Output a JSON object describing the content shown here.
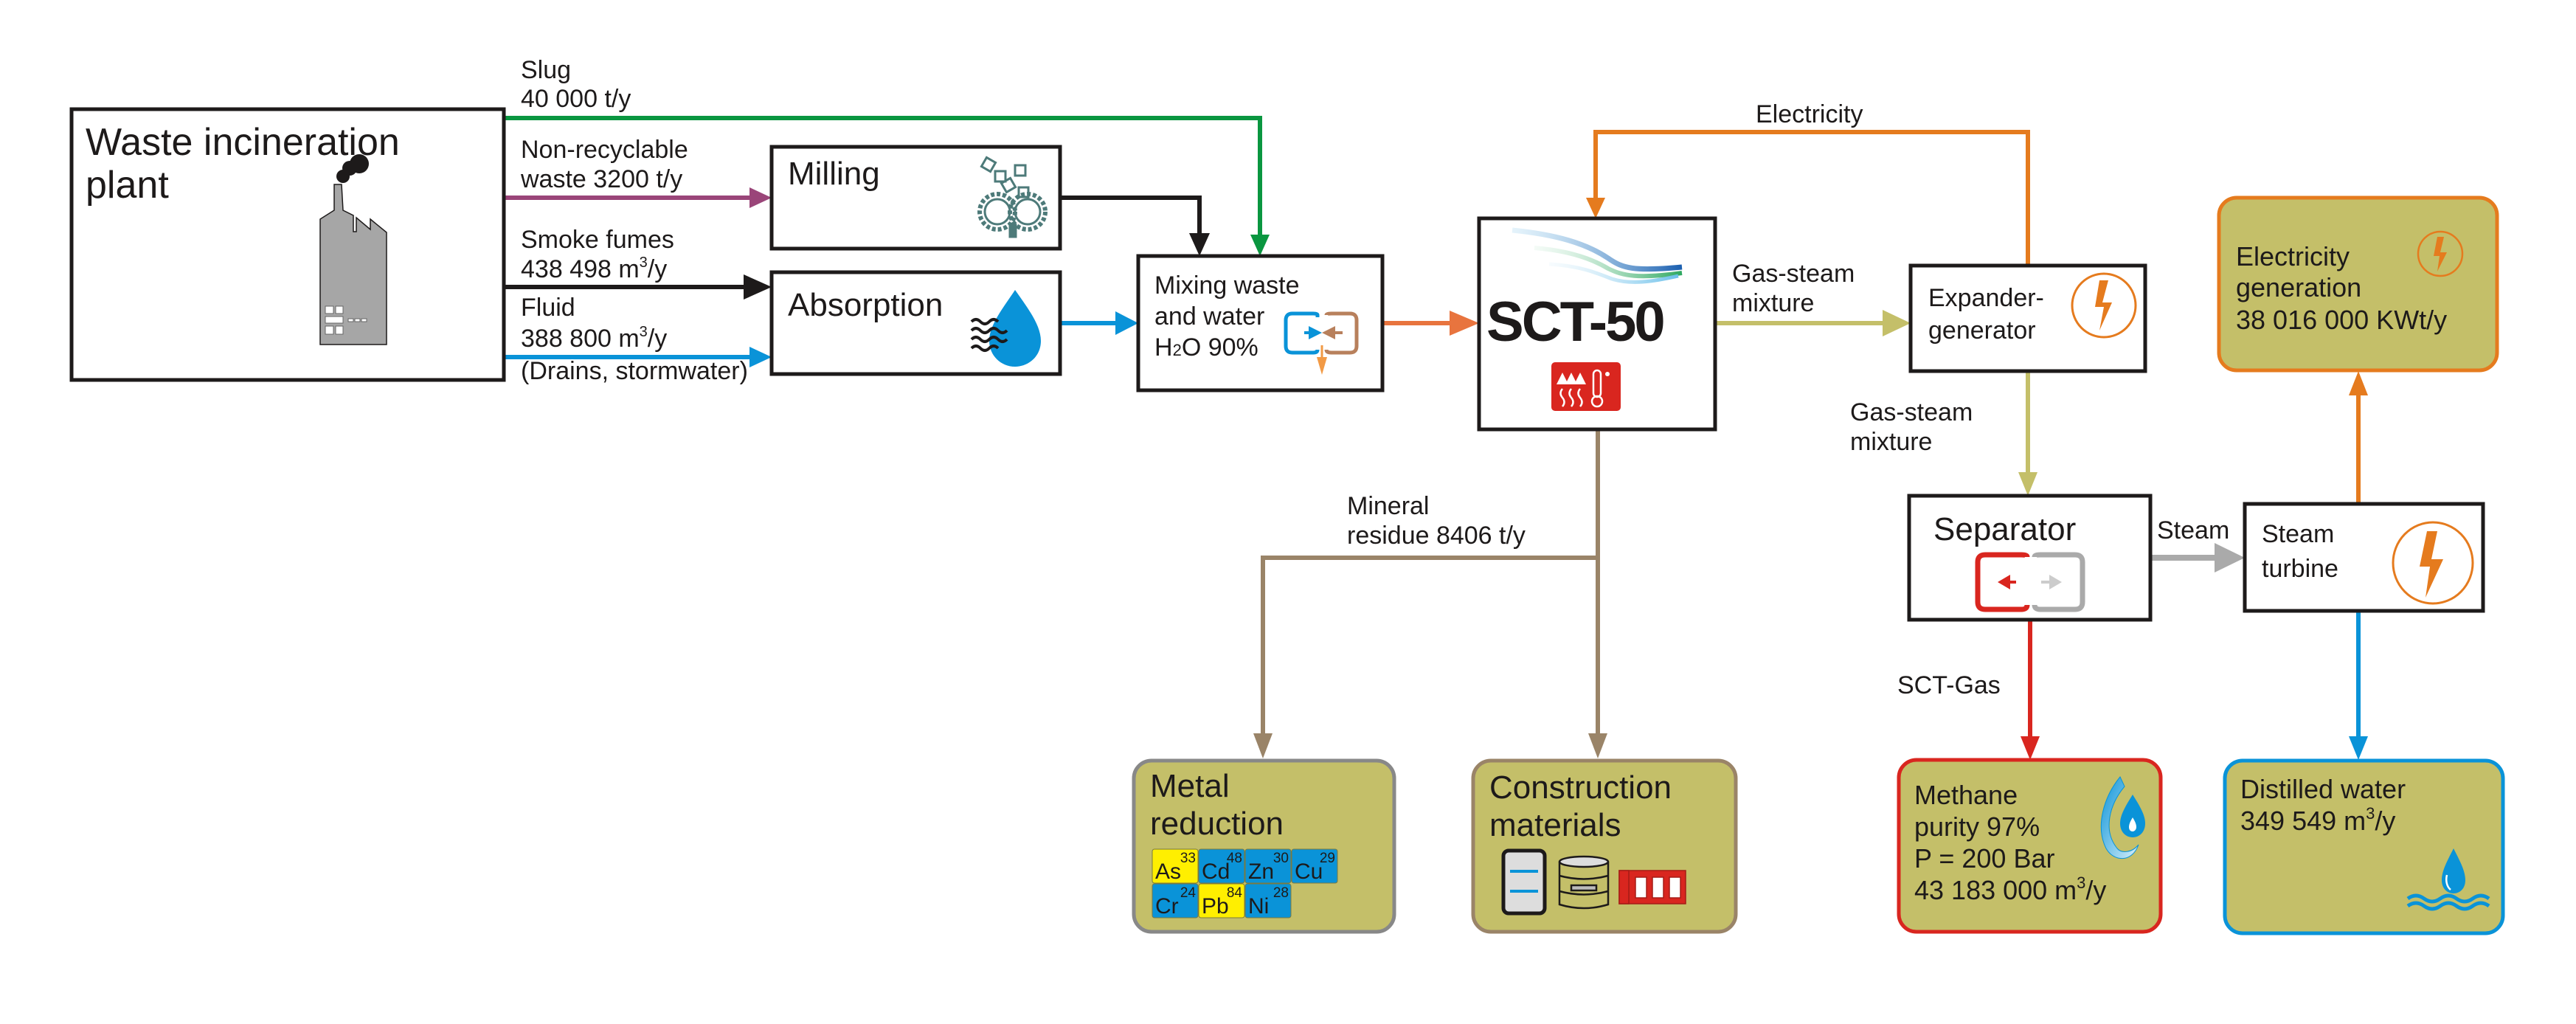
{
  "diagram": {
    "nodes": {
      "waste_plant": {
        "title_lines": [
          "Waste incineration",
          "plant"
        ],
        "icon": "factory-icon"
      },
      "milling": {
        "title": "Milling",
        "icon": "milling-gears-icon"
      },
      "absorption": {
        "title": "Absorption",
        "icon": "water-drop-waves-icon"
      },
      "mixing": {
        "title_lines": [
          "Mixing waste",
          "and water"
        ],
        "h2o_label": "H",
        "h2o_sub": "2",
        "h2o_rest": "O 90%",
        "icon": "mixing-arrows-icon"
      },
      "sct50": {
        "title": "SCT-50",
        "icons": [
          "waves-logo-icon",
          "heat-temperature-icon"
        ]
      },
      "expander": {
        "title_lines": [
          "Expander-",
          "generator"
        ],
        "icon": "lightning-circle-icon"
      },
      "separator": {
        "title": "Separator",
        "icon": "separator-arrows-icon"
      },
      "steam_turbine": {
        "title_lines": [
          "Steam",
          "turbine"
        ],
        "icon": "lightning-circle-icon"
      }
    },
    "outputs": {
      "electricity_generation": {
        "lines": [
          "Electricity",
          "generation",
          "38 016 000 KWt/y"
        ],
        "border_color": "#e57b1e",
        "icon": "lightning-circle-icon"
      },
      "metal_reduction": {
        "lines": [
          "Metal",
          "reduction"
        ],
        "border_color": "#888888",
        "elements": [
          {
            "symbol": "As",
            "number": "33",
            "color": "#ffef00"
          },
          {
            "symbol": "Cd",
            "number": "48",
            "color": "#0a93d8"
          },
          {
            "symbol": "Zn",
            "number": "30",
            "color": "#0a93d8"
          },
          {
            "symbol": "Cu",
            "number": "29",
            "color": "#0a93d8"
          },
          {
            "symbol": "Cr",
            "number": "24",
            "color": "#0a93d8"
          },
          {
            "symbol": "Pb",
            "number": "84",
            "color": "#ffef00"
          },
          {
            "symbol": "Ni",
            "number": "28",
            "color": "#0a93d8"
          }
        ]
      },
      "construction_materials": {
        "lines": [
          "Construction",
          "materials"
        ],
        "border_color": "#9a8468",
        "icons": [
          "panel-icon",
          "barrel-icon",
          "brick-icon"
        ]
      },
      "methane": {
        "lines": [
          "Methane",
          "purity 97%",
          "P = 200 Bar"
        ],
        "volume": "43 183 000 m",
        "volume_sup": "3",
        "volume_unit": "/y",
        "border_color": "#d9261f",
        "icon": "gas-drop-icon"
      },
      "distilled_water": {
        "lines": [
          "Distilled water"
        ],
        "volume": "349 549 m",
        "volume_sup": "3",
        "volume_unit": "/y",
        "border_color": "#0a93d8",
        "icon": "water-drop-icon"
      }
    },
    "flows": {
      "slug": {
        "lines": [
          "Slug",
          "40 000 t/y"
        ],
        "color": "#0a9640"
      },
      "nonrecyclable": {
        "lines": [
          "Non-recyclable",
          "waste 3200 t/y"
        ],
        "color": "#9a4579"
      },
      "smoke": {
        "line1": "Smoke fumes",
        "line2": "438 498 m",
        "sup": "3",
        "unit": "/y",
        "color": "#1d1a1a"
      },
      "fluid": {
        "line1": "Fluid",
        "line2": "388 800 m",
        "sup": "3",
        "unit": "/y",
        "line3": "(Drains, stormwater)",
        "color": "#0a93d8"
      },
      "electricity": {
        "label": "Electricity",
        "color": "#e57b1e"
      },
      "gas_steam_1": {
        "lines": [
          "Gas-steam",
          "mixture"
        ],
        "color": "#c4bf69"
      },
      "gas_steam_2": {
        "lines": [
          "Gas-steam",
          "mixture"
        ],
        "color": "#c4bf69"
      },
      "mineral": {
        "lines": [
          "Mineral",
          "residue 8406 t/y"
        ],
        "color": "#9a8468"
      },
      "steam": {
        "label": "Steam",
        "color": "#aaaaaa"
      },
      "sct_gas": {
        "label": "SCT-Gas",
        "color": "#d9261f"
      },
      "to_sct": {
        "color": "#e8743e"
      },
      "water_out": {
        "color": "#0a93d8"
      }
    },
    "output_fill": "#c4bf69"
  }
}
